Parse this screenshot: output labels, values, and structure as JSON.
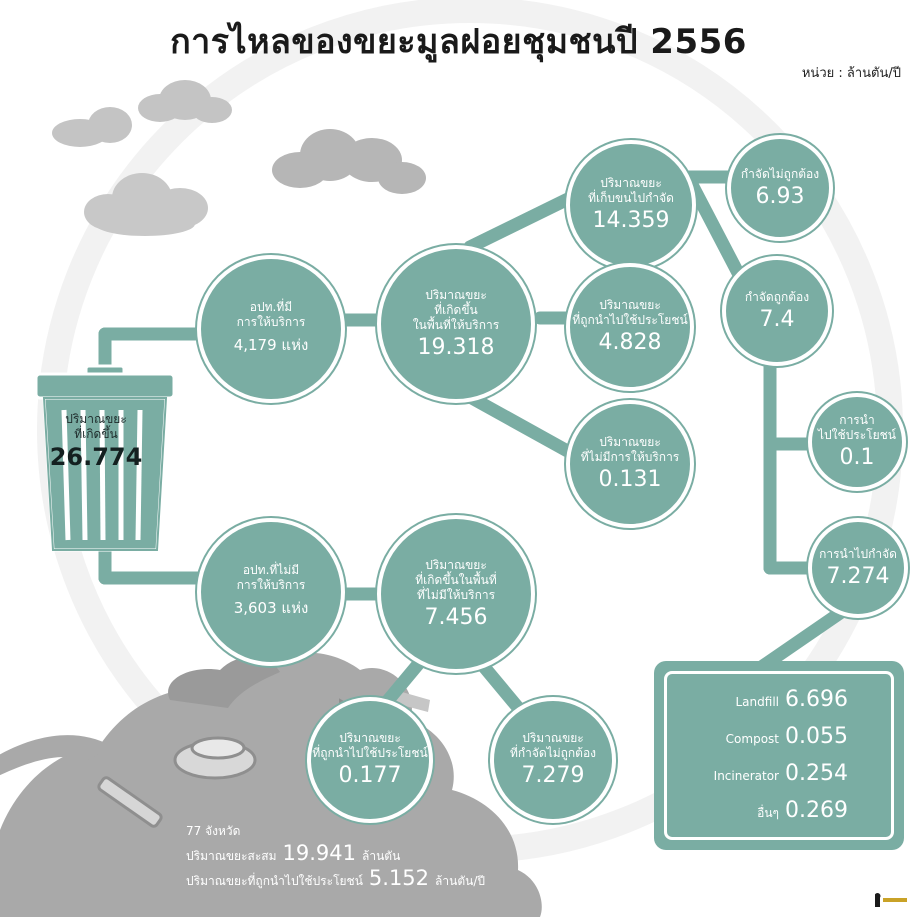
{
  "title": "การไหลของขยะมูลฝอยชุมชนปี 2556",
  "unit": "หน่วย : ล้านตัน/ปี",
  "total": {
    "label": "ปริมาณขยะ\nที่เกิดขึ้น",
    "value": "26.774"
  },
  "served": {
    "municipal": {
      "label": "อปท.ที่มี\nการให้บริการ",
      "value": "4,179 แห่ง"
    },
    "generated": {
      "label": "ปริมาณขยะ\nที่เกิดขึ้น\nในพื้นที่ให้บริการ",
      "value": "19.318"
    },
    "collected": {
      "label": "ปริมาณขยะ\nที่เก็บขนไปกำจัด",
      "value": "14.359"
    },
    "reused": {
      "label": "ปริมาณขยะ\nที่ถูกนำไปใช้ประโยชน์",
      "value": "4.828"
    },
    "not_served": {
      "label": "ปริมาณขยะ\nที่ไม่มีการให้บริการ",
      "value": "0.131"
    }
  },
  "disposal": {
    "improper": {
      "label": "กำจัดไม่ถูกต้อง",
      "value": "6.93"
    },
    "proper": {
      "label": "กำจัดถูกต้อง",
      "value": "7.4"
    },
    "utilized": {
      "label": "การนำ\nไปใช้ประโยชน์",
      "value": "0.1"
    },
    "sent": {
      "label": "การนำไปกำจัด",
      "value": "7.274"
    }
  },
  "methods": [
    {
      "name": "Landfill",
      "value": "6.696"
    },
    {
      "name": "Compost",
      "value": "0.055"
    },
    {
      "name": "Incinerator",
      "value": "0.254"
    },
    {
      "name": "อื่นๆ",
      "value": "0.269"
    }
  ],
  "unserved": {
    "municipal": {
      "label": "อปท.ที่ไม่มี\nการให้บริการ",
      "value": "3,603 แห่ง"
    },
    "generated": {
      "label": "ปริมาณขยะ\nที่เกิดขึ้นในพื้นที่\nที่ไม่มีให้บริการ",
      "value": "7.456"
    },
    "reused": {
      "label": "ปริมาณขยะ\nที่ถูกนำไปใช้ประโยชน์",
      "value": "0.177"
    },
    "improper": {
      "label": "ปริมาณขยะ\nที่กำจัดไม่ถูกต้อง",
      "value": "7.279"
    }
  },
  "summary": {
    "provinces": "77 จังหวัด",
    "accumulated_label": "ปริมาณขยะสะสม",
    "accumulated_value": "19.941",
    "accumulated_unit": "ล้านตัน",
    "reuse_label": "ปริมาณขยะที่ถูกนำไปใช้ประโยชน์",
    "reuse_value": "5.152",
    "reuse_unit": "ล้านตัน/ปี"
  },
  "colors": {
    "teal": "#7aada3",
    "cloud": "#a9a9a9",
    "bin": "#7aada3"
  }
}
